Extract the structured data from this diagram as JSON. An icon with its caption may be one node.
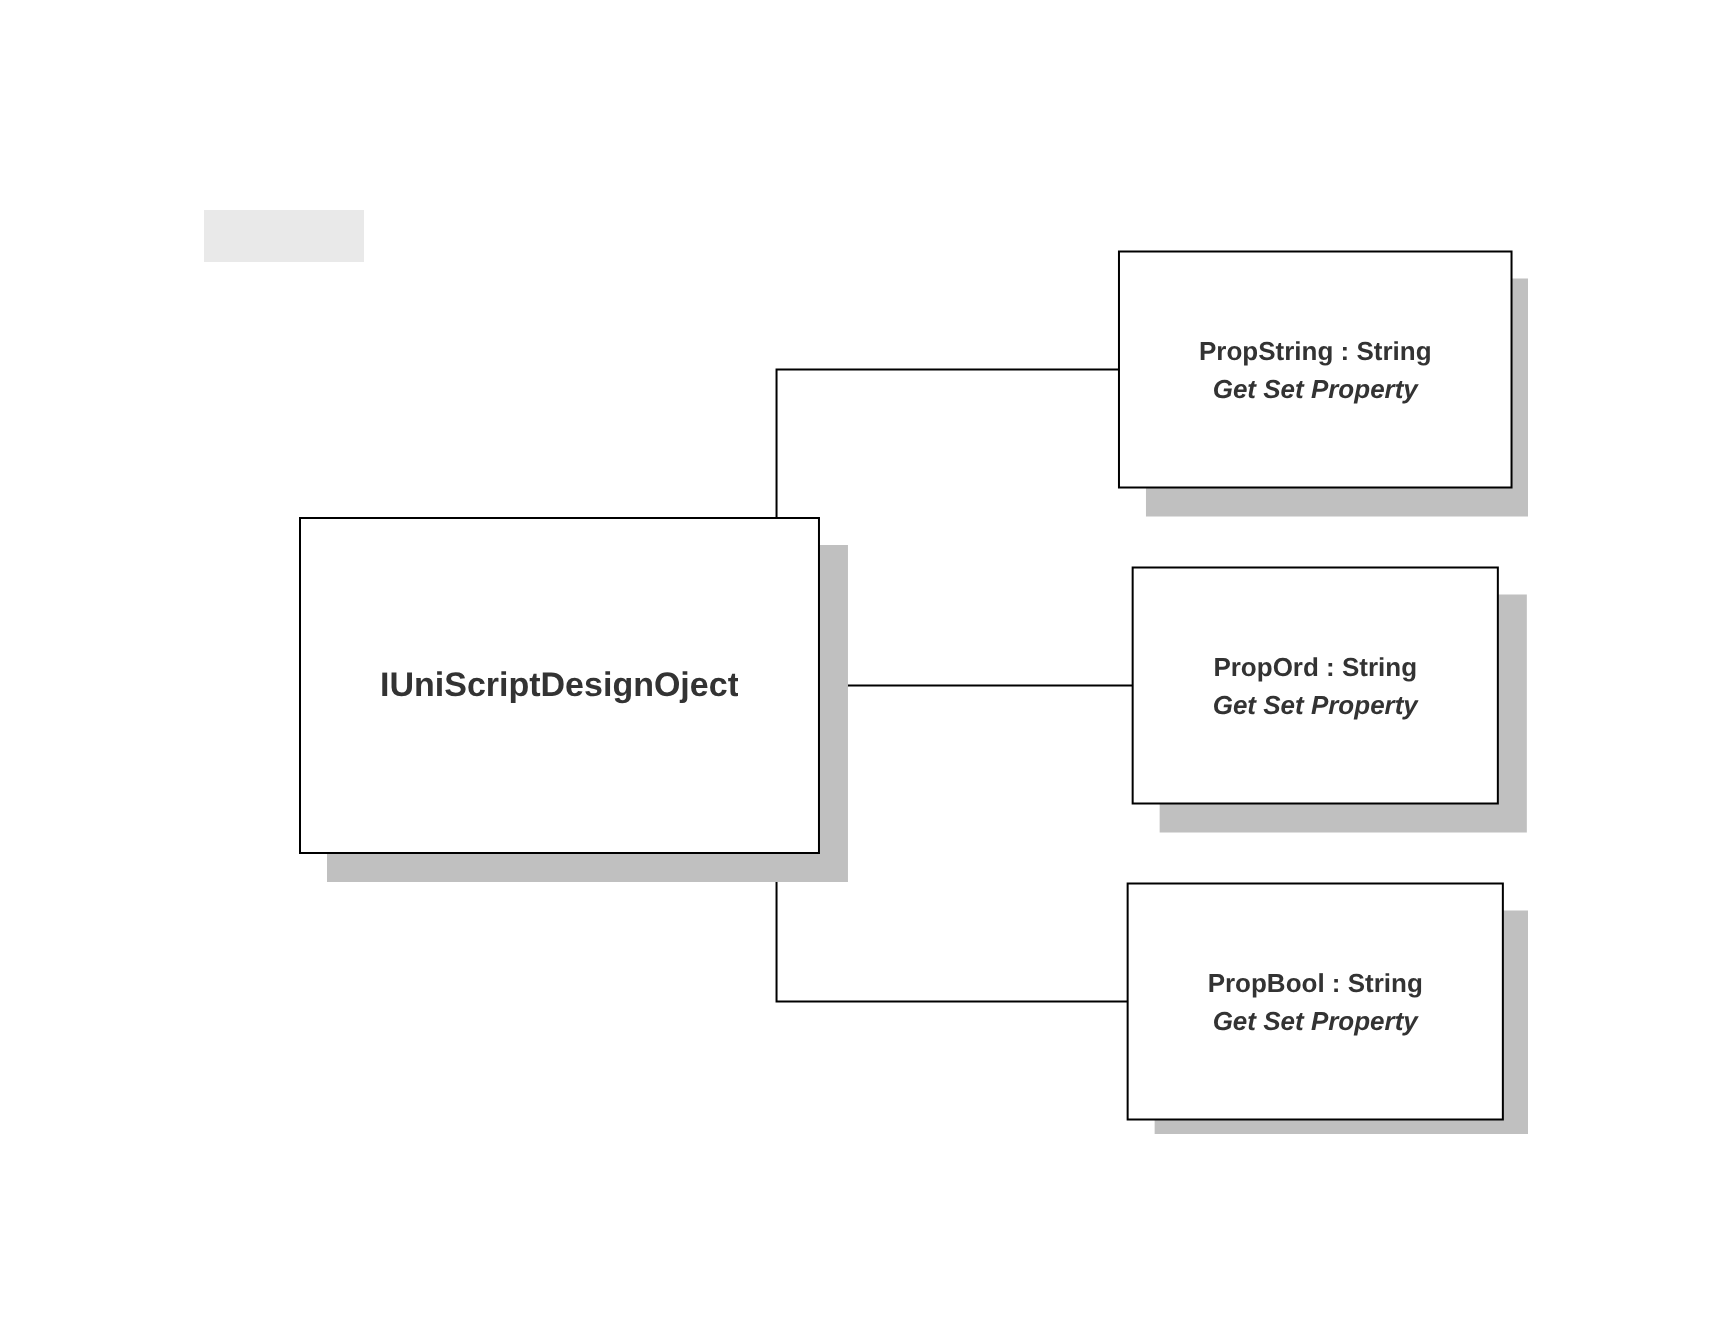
{
  "diagram": {
    "nodes": [
      {
        "text": [
          "IUniScriptDesignOject"
        ]
      },
      {
        "text": [
          "PropString : String",
          "Get Set Property"
        ]
      },
      {
        "text": [
          "PropOrd : String",
          "Get Set Property"
        ]
      },
      {
        "text": [
          "PropBool : String",
          "Get Set Property"
        ]
      }
    ],
    "edges": [
      {
        "from": 0,
        "to": 1,
        "arrow": "none"
      },
      {
        "from": 0,
        "to": 2,
        "arrow": "none"
      },
      {
        "from": 0,
        "to": 3,
        "arrow": "none"
      }
    ]
  }
}
